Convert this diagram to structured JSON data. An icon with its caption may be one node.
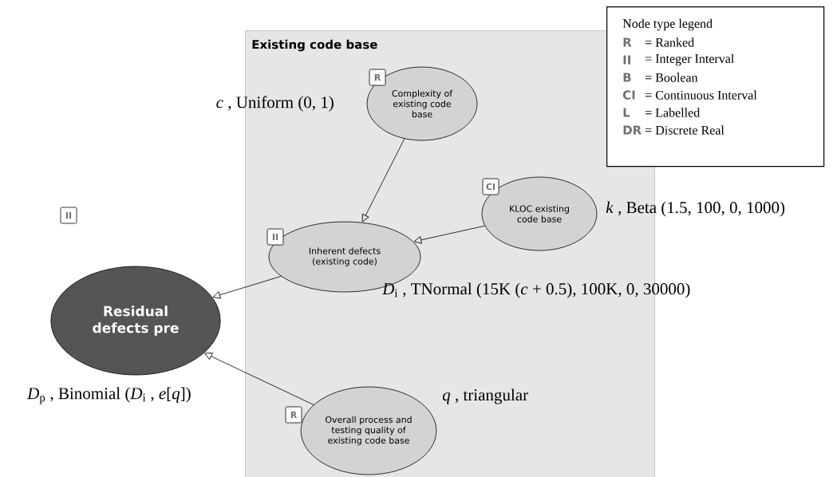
{
  "diagram": {
    "nodes": [
      {
        "text": [
          "Existing code base"
        ]
      },
      {
        "text": [
          "R",
          "Complexity of existing code base"
        ],
        "in": 0,
        "beside": [
          "*c* , Uniform (0, 1)"
        ]
      },
      {
        "text": [
          "CI",
          "KLOC existing code base"
        ],
        "in": 0,
        "beside": [
          "*k* , Beta (1.5, 100, 0, 1000)"
        ]
      },
      {
        "text": [
          "II",
          "Inherent defects (existing code)"
        ],
        "in": 0,
        "beside": [
          "*D*$_{i}$ , TNormal (15K (*c* + 0.5),  100K,  0,  30000)"
        ]
      },
      {
        "text": [
          "II",
          "Residual defects pre"
        ],
        "beside": [
          "*D*$_{p}$ , Binomial (*D*$_{i}$ , *e*[*q*])"
        ]
      },
      {
        "text": [
          "R",
          "Overall process and testing quality of existing code base"
        ],
        "in": 0,
        "beside": [
          "*q* , triangular"
        ]
      },
      {
        "text": [
          "Node type legend",
          "R",
          "= Ranked",
          "II",
          "= Integer Interval",
          "B",
          "= Boolean",
          "CI",
          "= Continuous Interval",
          "L",
          "= Labelled",
          "DR",
          "= Discrete Real"
        ]
      }
    ],
    "edges": [
      {
        "from": 1,
        "to": 3,
        "arrow": "to"
      },
      {
        "from": 2,
        "to": 3,
        "arrow": "to"
      },
      {
        "from": 3,
        "to": 4,
        "arrow": "to"
      },
      {
        "from": 5,
        "to": 4,
        "arrow": "to"
      }
    ]
  }
}
